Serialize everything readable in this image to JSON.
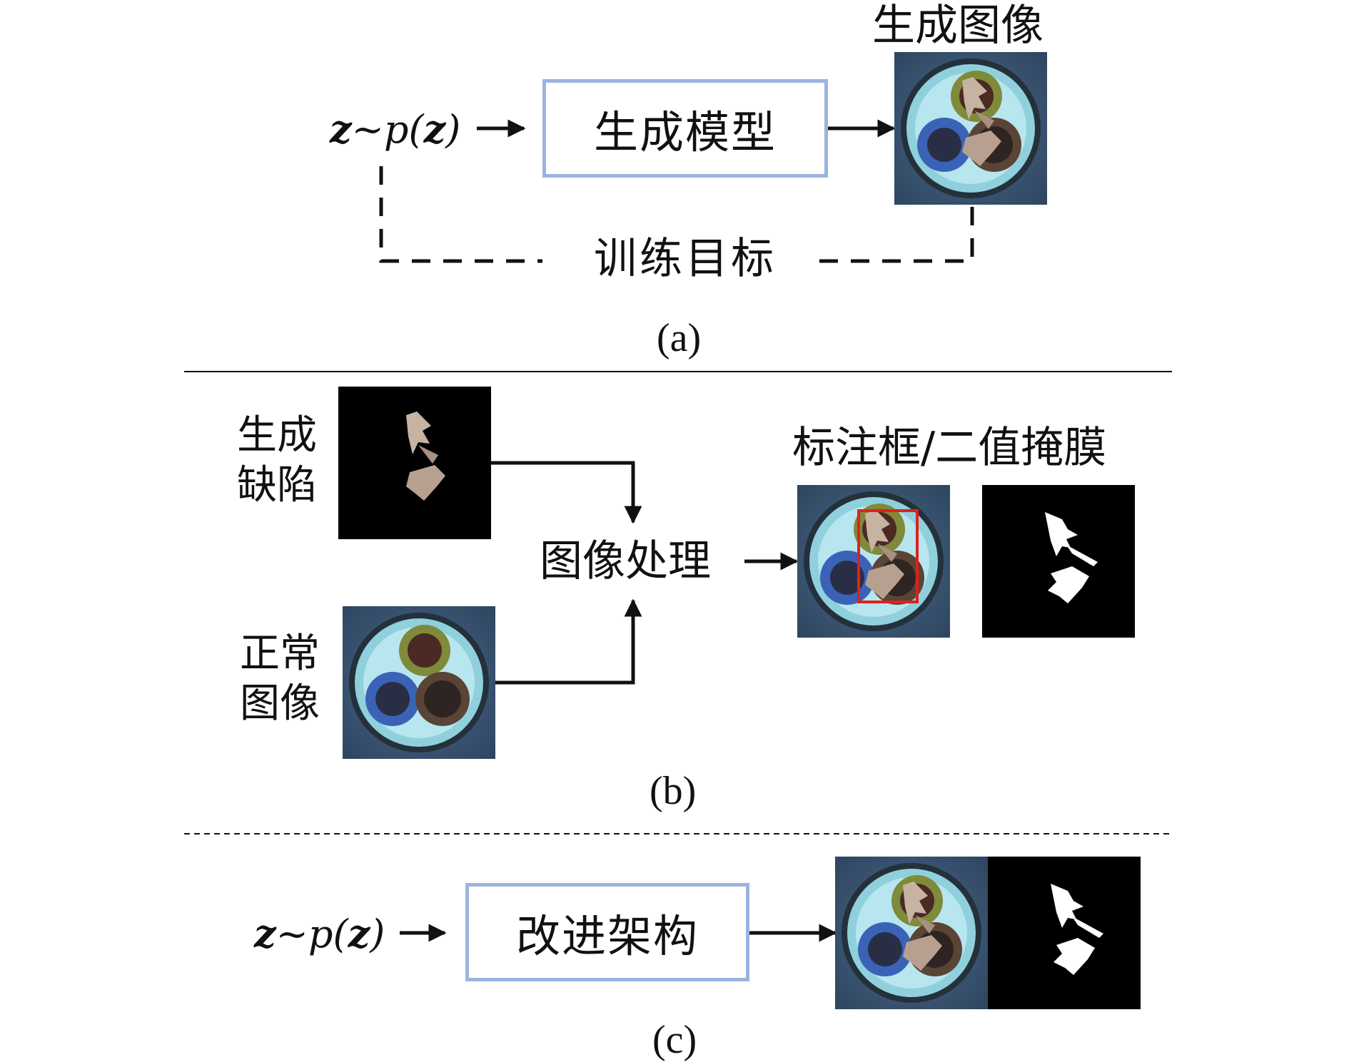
{
  "panel_a": {
    "z_prefix": "z",
    "z_dist": "~p(",
    "z_arg": "z",
    "z_close": ")",
    "model_box": "生成模型",
    "output_label": "生成图像",
    "objective_label": "训练目标",
    "caption": "(a)"
  },
  "panel_b": {
    "defect_label": "生成\n缺陷",
    "normal_label": "正常\n图像",
    "process_label": "图像处理",
    "annotation_label": "标注框/二值掩膜",
    "caption": "(b)"
  },
  "panel_c": {
    "z_prefix": "z",
    "z_dist": "~p(",
    "z_arg": "z",
    "z_close": ")",
    "model_box": "改进架构",
    "caption": "(c)"
  },
  "colors": {
    "box_border": "#9db3de",
    "bbox": "#e0201b",
    "cable_background": "#3f5a78",
    "sheath": "#8fd0dc",
    "green_wire": "#7f8a3a",
    "blue_wire": "#3a63b8",
    "brown_wire": "#5a4436"
  },
  "icons": [
    "arrow-right-icon",
    "arrow-down-icon",
    "arrow-up-icon"
  ]
}
